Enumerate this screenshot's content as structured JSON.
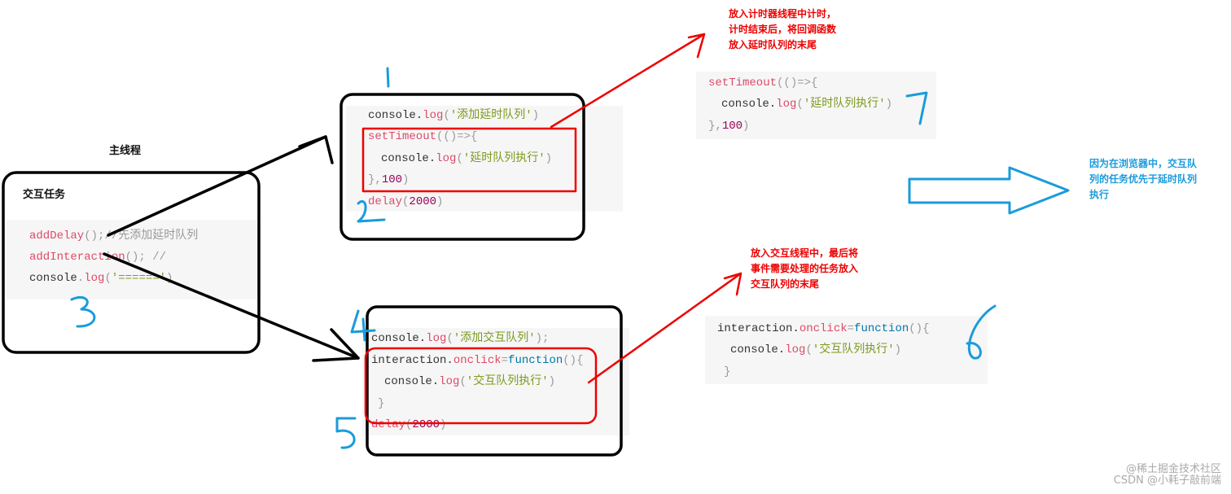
{
  "main_thread": {
    "title": "主线程",
    "subtitle": "交互任务",
    "code": {
      "l1_fn": "addDelay",
      "l1_p": "();",
      "l1_c": "//先添加延时队列",
      "l2_fn": "addInteraction",
      "l2_p": "(); //",
      "l3_a": "console",
      "l3_b": ".",
      "l3_fn": "log",
      "l3_p1": "(",
      "l3_s": "'======'",
      "l3_p2": ")"
    }
  },
  "delay_block": {
    "l1_a": "console.",
    "l1_fn": "log",
    "l1_p1": "(",
    "l1_s": "'添加延时队列'",
    "l1_p2": ")",
    "l2_fn": "setTimeout",
    "l2_p": "(()=>{",
    "l3_a": "console.",
    "l3_fn": "log",
    "l3_p1": "(",
    "l3_s": "'延时队列执行'",
    "l3_p2": ")",
    "l4_p": "},",
    "l4_n": "100",
    "l4_p2": ")",
    "l5_fn": "delay",
    "l5_p": "(",
    "l5_n": "2000",
    "l5_p2": ")"
  },
  "timer_note": "放入计时器线程中计时，计时结束后，将回调函数放入延时队列的末尾",
  "timer_block": {
    "l1_fn": "setTimeout",
    "l1_p": "(()=>{",
    "l2_a": "console.",
    "l2_fn": "log",
    "l2_p1": "(",
    "l2_s": "'延时队列执行'",
    "l2_p2": ")",
    "l3_p": "},",
    "l3_n": "100",
    "l3_p2": ")"
  },
  "interaction_block": {
    "l1_a": "console.",
    "l1_fn": "log",
    "l1_p1": "(",
    "l1_s": "'添加交互队列'",
    "l1_p2": ");",
    "l2_a": "interaction.",
    "l2_fn": "onclick",
    "l2_p": "=",
    "l2_kw": "function",
    "l2_p2": "(){",
    "l3_a": "console.",
    "l3_fn": "log",
    "l3_p1": "(",
    "l3_s": "'交互队列执行'",
    "l3_p2": ")",
    "l4_p": "}",
    "l5_fn": "delay",
    "l5_p": "(",
    "l5_n": "2000",
    "l5_p2": ")"
  },
  "interaction_note": "放入交互线程中，最后将事件需要处理的任务放入交互队列的末尾",
  "interaction_queue_block": {
    "l1_a": "interaction.",
    "l1_fn": "onclick",
    "l1_p": "=",
    "l1_kw": "function",
    "l1_p2": "(){",
    "l2_a": "console.",
    "l2_fn": "log",
    "l2_p1": "(",
    "l2_s": "'交互队列执行'",
    "l2_p2": ")",
    "l3_p": "}"
  },
  "conclusion_note": "因为在浏览器中，交互队列的任务优先于延时队列执行",
  "step_numbers": [
    "1",
    "2",
    "3",
    "4",
    "5",
    "6",
    "7"
  ],
  "watermark": {
    "line1": "@稀土掘金技术社区",
    "line2": "CSDN @小耗子敲前端"
  },
  "colors": {
    "red_annotation": "#e00000",
    "blue_annotation": "#1a9bdc",
    "black_outline": "#000000"
  }
}
